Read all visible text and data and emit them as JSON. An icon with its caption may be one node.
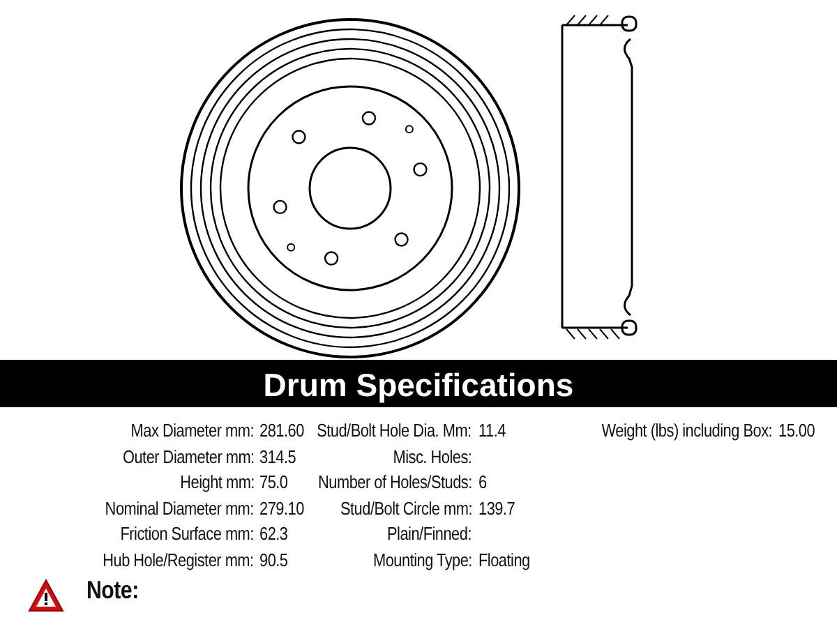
{
  "diagram": {
    "title": "Drum Specifications",
    "labels": [
      "Max Diameter mm:",
      "281.60",
      "Stud/Bolt Hole Dia. Mm:",
      "11.4",
      "Weight (lbs) including Box:",
      "15.00",
      "Outer Diameter mm:",
      "314.5",
      "Misc. Holes:",
      "Height mm:",
      "75.0",
      "Number of Holes/Studs:",
      "6",
      "Nominal Diameter mm:",
      "279.10",
      "Stud/Bolt Circle mm:",
      "139.7",
      "Friction Surface mm:",
      "62.3",
      "Plain/Finned:",
      "Hub Hole/Register mm:",
      "90.5",
      "Mounting Type:",
      "Floating",
      "Note:"
    ]
  }
}
